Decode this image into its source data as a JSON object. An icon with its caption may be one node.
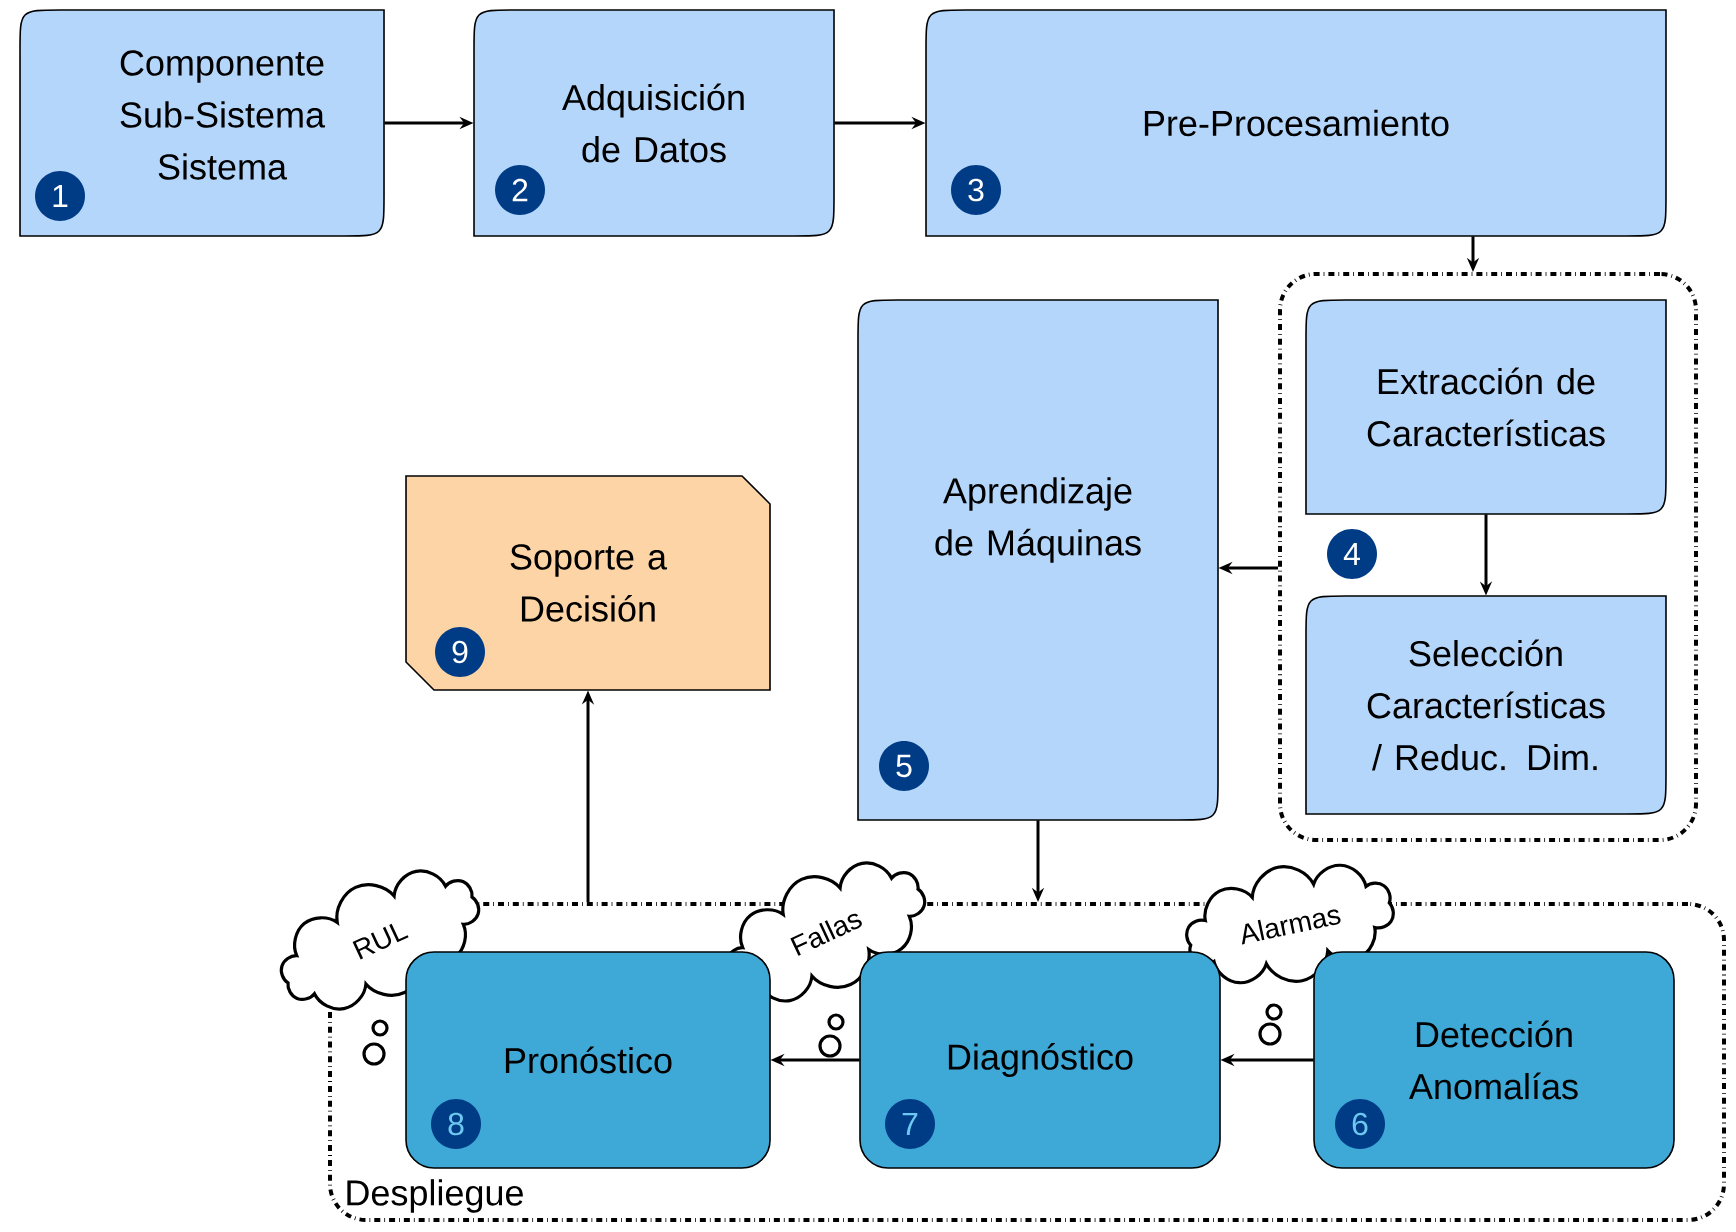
{
  "diagram": {
    "nodes": [
      {
        "text": [
          "Componente Sub-Sistema Sistema",
          "1"
        ]
      },
      {
        "text": [
          "Adquisición de Datos",
          "2"
        ]
      },
      {
        "text": [
          "Pre-Procesamiento",
          "3"
        ]
      },
      {
        "text": [
          "4"
        ]
      },
      {
        "text": [
          "Extracción de Características"
        ],
        "in": 3
      },
      {
        "text": [
          "Selección Características / Reduc. Dim."
        ],
        "in": 3
      },
      {
        "text": [
          "Aprendizaje de Máquinas",
          "5"
        ]
      },
      {
        "text": [
          "Soporte a Decisión",
          "9"
        ]
      },
      {
        "text": [
          "Despliegue"
        ]
      },
      {
        "text": [
          "Detección Anomalías",
          "6"
        ],
        "in": 8
      },
      {
        "text": [
          "Diagnóstico",
          "7"
        ],
        "in": 8
      },
      {
        "text": [
          "Pronóstico",
          "8"
        ],
        "in": 8
      },
      {
        "text": [
          "RUL"
        ]
      },
      {
        "text": [
          "Fallas"
        ]
      },
      {
        "text": [
          "Alarmas"
        ]
      }
    ],
    "edges": [
      {
        "from": 0,
        "to": 1,
        "arrow": "to"
      },
      {
        "from": 1,
        "to": 2,
        "arrow": "to"
      },
      {
        "from": 2,
        "to": 3,
        "arrow": "to"
      },
      {
        "from": 4,
        "to": 5,
        "arrow": "to"
      },
      {
        "from": 3,
        "to": 6,
        "arrow": "to"
      },
      {
        "from": 6,
        "to": 8,
        "arrow": "to"
      },
      {
        "from": 9,
        "to": 10,
        "arrow": "to"
      },
      {
        "from": 10,
        "to": 11,
        "arrow": "to"
      },
      {
        "from": 8,
        "to": 7,
        "arrow": "to"
      }
    ]
  }
}
